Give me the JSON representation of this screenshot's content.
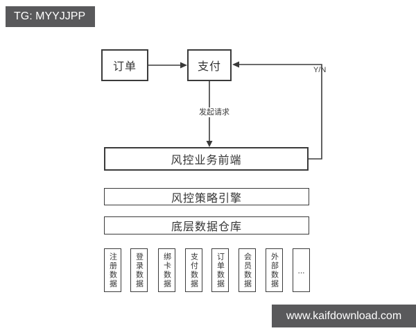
{
  "banners": {
    "top": {
      "text": "TG: MYYJJPP",
      "bg": "#59595b"
    },
    "bottom": {
      "text": "www.kaifdownload.com",
      "bg": "#59595b"
    }
  },
  "flowchart": {
    "nodes": {
      "order": {
        "label": "订单"
      },
      "payment": {
        "label": "支付"
      },
      "frontend": {
        "label": "风控业务前端"
      },
      "engine": {
        "label": "风控策略引擎"
      },
      "warehouse": {
        "label": "底层数据仓库"
      }
    },
    "edges": {
      "request_label": "发起请求",
      "decision_label": "Y/N"
    },
    "data_sources": [
      {
        "label": "注册数据"
      },
      {
        "label": "登录数据"
      },
      {
        "label": "绑卡数据"
      },
      {
        "label": "支付数据"
      },
      {
        "label": "订单数据"
      },
      {
        "label": "会员数据"
      },
      {
        "label": "外部数据"
      },
      {
        "label": "..."
      }
    ]
  },
  "colors": {
    "line": "#3a3a3a",
    "box_border": "#3a3a3a",
    "box_bg": "#ffffff",
    "text": "#333333",
    "banner_bg": "#59595b",
    "banner_text": "#ffffff",
    "page_bg": "#ffffff"
  }
}
